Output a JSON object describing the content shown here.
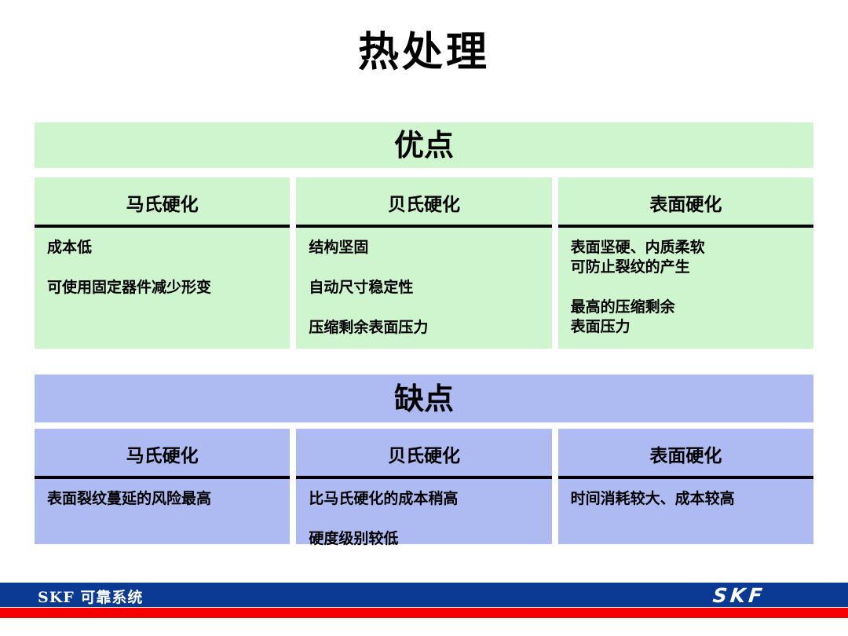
{
  "slide": {
    "title": "热处理"
  },
  "colors": {
    "advantages_bg": "#cff5cf",
    "disadvantages_bg": "#aebbf2",
    "footer_blue": "#0b3a94",
    "footer_red": "#f40000",
    "divider": "#000000"
  },
  "advantages": {
    "header": "优点",
    "columns": [
      {
        "title": "马氏硬化",
        "paragraphs": [
          "成本低",
          "可使用固定器件减少形变"
        ]
      },
      {
        "title": "贝氏硬化",
        "paragraphs": [
          "结构坚固",
          "自动尺寸稳定性",
          "压缩剩余表面压力"
        ]
      },
      {
        "title": "表面硬化",
        "paragraphs": [
          "表面坚硬、内质柔软\n可防止裂纹的产生",
          "最高的压缩剩余\n表面压力"
        ]
      }
    ]
  },
  "disadvantages": {
    "header": "缺点",
    "columns": [
      {
        "title": "马氏硬化",
        "paragraphs": [
          "表面裂纹蔓延的风险最高"
        ]
      },
      {
        "title": "贝氏硬化",
        "paragraphs": [
          "比马氏硬化的成本稍高",
          "硬度级别较低"
        ]
      },
      {
        "title": "表面硬化",
        "paragraphs": [
          "时间消耗较大、成本较高"
        ]
      }
    ]
  },
  "footer": {
    "left_text": "SKF 可靠系统",
    "logo_text": "SKF"
  }
}
